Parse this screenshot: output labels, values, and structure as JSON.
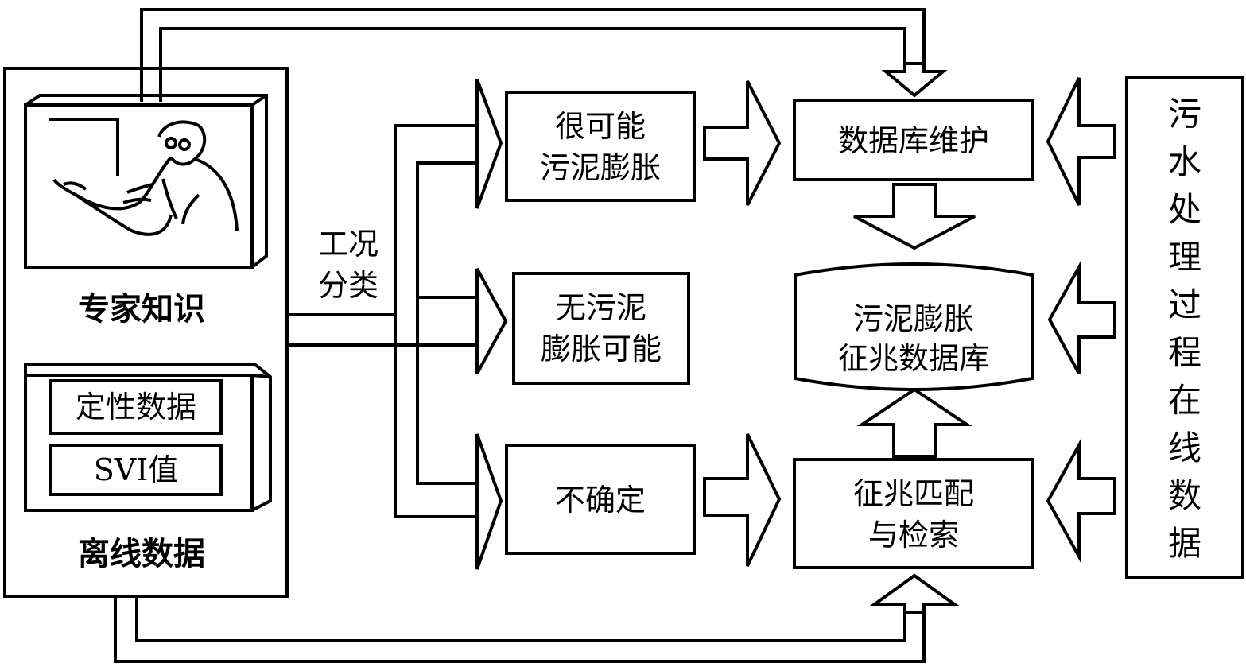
{
  "left_panel": {
    "expert_label": "专家知识",
    "qualitative_label": "定性数据",
    "svi_label": "SVI值",
    "offline_label": "离线数据"
  },
  "classification_label": [
    "工况",
    "分类"
  ],
  "outcomes": {
    "likely": [
      "很可能",
      "污泥膨胀"
    ],
    "none": [
      "无污泥",
      "膨胀可能"
    ],
    "uncertain": "不确定"
  },
  "db_maintenance": "数据库维护",
  "database": [
    "污泥膨胀",
    "征兆数据库"
  ],
  "matching": [
    "征兆匹配",
    "与检索"
  ],
  "online_data": [
    "污",
    "水",
    "处",
    "理",
    "过",
    "程",
    "在",
    "线",
    "数",
    "据"
  ]
}
